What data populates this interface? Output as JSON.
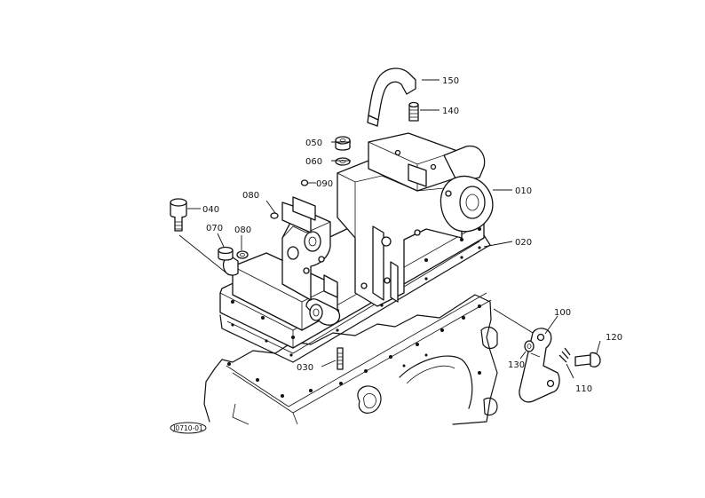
{
  "diagram": {
    "callouts": [
      {
        "id": "010",
        "text": "010"
      },
      {
        "id": "020",
        "text": "020"
      },
      {
        "id": "030",
        "text": "030"
      },
      {
        "id": "040",
        "text": "040"
      },
      {
        "id": "050",
        "text": "050"
      },
      {
        "id": "060",
        "text": "060"
      },
      {
        "id": "070",
        "text": "070"
      },
      {
        "id": "080a",
        "text": "080"
      },
      {
        "id": "080b",
        "text": "080"
      },
      {
        "id": "090",
        "text": "090"
      },
      {
        "id": "100",
        "text": "100"
      },
      {
        "id": "110",
        "text": "110"
      },
      {
        "id": "120",
        "text": "120"
      },
      {
        "id": "130",
        "text": "130"
      },
      {
        "id": "140",
        "text": "140"
      },
      {
        "id": "150",
        "text": "150"
      }
    ],
    "drawing_code": "J0710-01"
  }
}
